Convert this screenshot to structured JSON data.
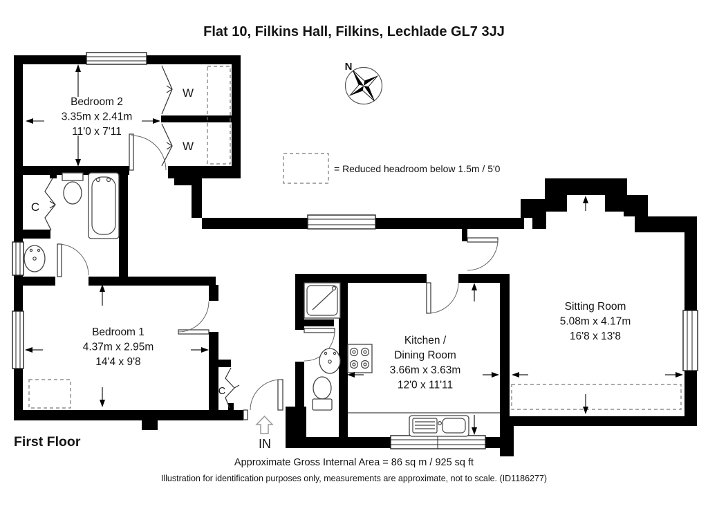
{
  "title": "Flat 10, Filkins Hall, Filkins, Lechlade GL7 3JJ",
  "floor_label": "First Floor",
  "compass_north": "N",
  "legend_text": "= Reduced headroom below 1.5m / 5'0",
  "entrance_label": "IN",
  "wardrobe_label": "W",
  "cupboard_label": "C",
  "rooms": {
    "bedroom2": {
      "name": "Bedroom 2",
      "metric": "3.35m x 2.41m",
      "imperial": "11'0 x 7'11"
    },
    "bedroom1": {
      "name": "Bedroom 1",
      "metric": "4.37m x 2.95m",
      "imperial": "14'4 x 9'8"
    },
    "kitchen": {
      "name_line1": "Kitchen /",
      "name_line2": "Dining Room",
      "metric": "3.66m x 3.63m",
      "imperial": "12'0 x 11'11"
    },
    "sitting_room": {
      "name": "Sitting Room",
      "metric": "5.08m x 4.17m",
      "imperial": "16'8 x 13'8"
    }
  },
  "footer": {
    "area": "Approximate Gross Internal Area = 86 sq m / 925 sq ft",
    "disclaimer": "Illustration for identification purposes only, measurements are approximate, not to scale. (ID1186277)"
  }
}
